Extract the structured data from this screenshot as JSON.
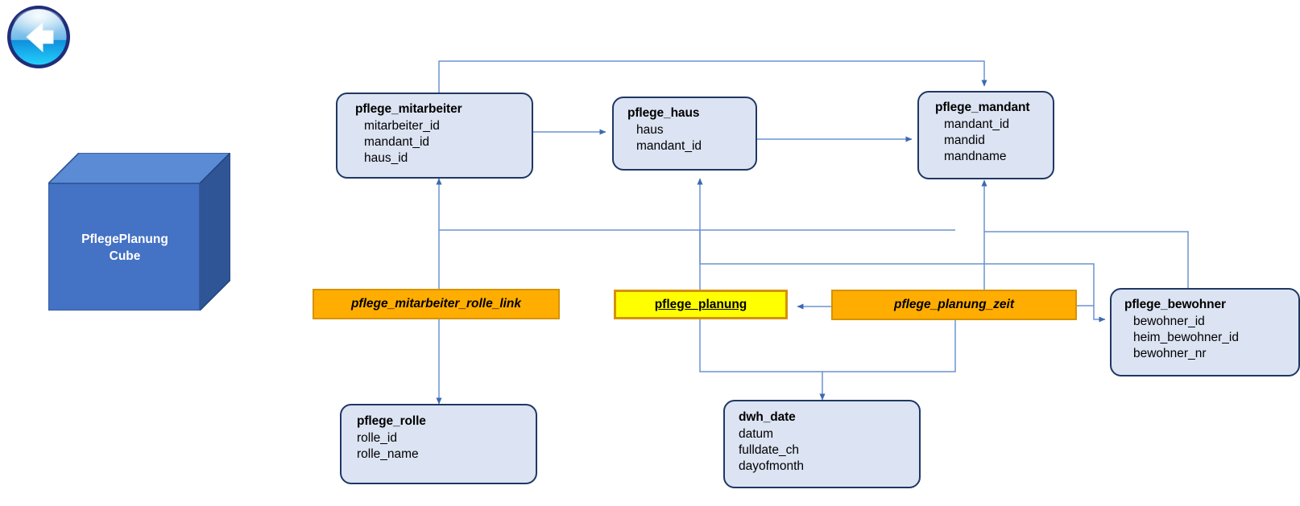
{
  "meta": {
    "diagram_title": "PflegePlanung Cube star schema",
    "background": "#ffffff"
  },
  "colors": {
    "dim_fill": "#dce3f2",
    "dim_border_dark": "#1f3864",
    "dim_border_light": "#2f5597",
    "fact_fill": "#ffad00",
    "fact_border": "#d69200",
    "center_fact_fill": "#ffff00",
    "connector": "#4a7ebb",
    "cube_front": "#4472c4",
    "cube_top": "#5b8bd5",
    "cube_side": "#2f5597",
    "cube_text": "#ffffff",
    "back_button_ring": "#1f2d7a"
  },
  "back_button": {
    "name": "back-button",
    "icon": "left-arrow-icon",
    "tooltip": "Back"
  },
  "cube": {
    "label_line1": "PflegePlanung",
    "label_line2": "Cube"
  },
  "entities": [
    {
      "id": "pflege_mitarbeiter",
      "title": "pflege_mitarbeiter",
      "fields": [
        "mitarbeiter_id",
        "mandant_id",
        "haus_id"
      ],
      "kind": "dimension"
    },
    {
      "id": "pflege_haus",
      "title": "pflege_haus",
      "fields": [
        "haus",
        "mandant_id"
      ],
      "kind": "dimension"
    },
    {
      "id": "pflege_mandant",
      "title": "pflege_mandant",
      "fields": [
        "mandant_id",
        "mandid",
        "mandname"
      ],
      "kind": "dimension"
    },
    {
      "id": "pflege_bewohner",
      "title": "pflege_bewohner",
      "fields": [
        "bewohner_id",
        "heim_bewohner_id",
        "bewohner_nr"
      ],
      "kind": "dimension"
    },
    {
      "id": "pflege_rolle",
      "title": "pflege_rolle",
      "fields": [
        "rolle_id",
        "rolle_name"
      ],
      "kind": "dimension"
    },
    {
      "id": "dwh_date",
      "title": "dwh_date",
      "fields": [
        "datum",
        "fulldate_ch",
        "dayofmonth"
      ],
      "kind": "dimension"
    }
  ],
  "facts": [
    {
      "id": "pflege_mitarbeiter_rolle_link",
      "label": "pflege_mitarbeiter_rolle_link",
      "style": "orange"
    },
    {
      "id": "pflege_planung",
      "label": "pflege_planung",
      "style": "yellow"
    },
    {
      "id": "pflege_planung_zeit",
      "label": "pflege_planung_zeit",
      "style": "orange"
    }
  ],
  "relationships": [
    {
      "from": "pflege_mitarbeiter",
      "to": "pflege_mandant"
    },
    {
      "from": "pflege_mitarbeiter",
      "to": "pflege_haus"
    },
    {
      "from": "pflege_haus",
      "to": "pflege_mandant"
    },
    {
      "from": "pflege_mitarbeiter_rolle_link",
      "to": "pflege_mitarbeiter"
    },
    {
      "from": "pflege_mitarbeiter_rolle_link",
      "to": "pflege_rolle"
    },
    {
      "from": "pflege_planung",
      "to": "pflege_haus"
    },
    {
      "from": "pflege_planung",
      "to": "dwh_date"
    },
    {
      "from": "pflege_planung_zeit",
      "to": "pflege_planung"
    },
    {
      "from": "pflege_planung_zeit",
      "to": "pflege_mandant"
    },
    {
      "from": "pflege_planung_zeit",
      "to": "pflege_bewohner"
    },
    {
      "from": "pflege_planung_zeit",
      "to": "dwh_date"
    },
    {
      "from": "pflege_bewohner",
      "to": "pflege_mandant"
    }
  ]
}
